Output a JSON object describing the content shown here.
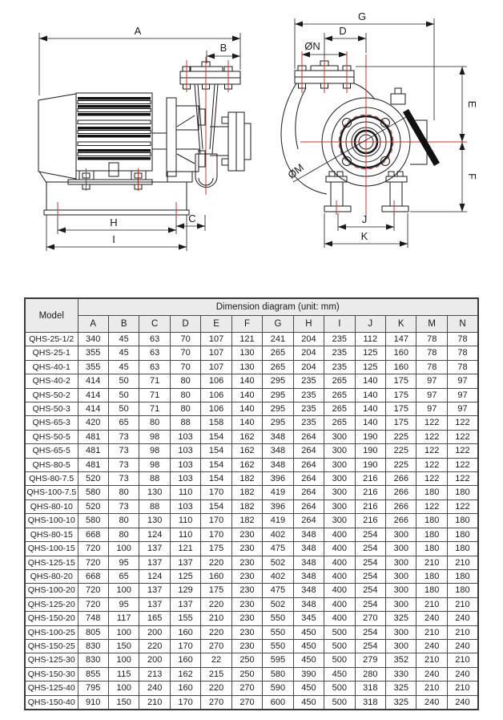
{
  "page": {
    "background": "#ffffff"
  },
  "drawing": {
    "labels": {
      "a": "A",
      "b": "B",
      "c": "C",
      "h": "H",
      "i": "I",
      "g": "G",
      "d": "D",
      "n": "ØN",
      "m": "ØM",
      "e": "E",
      "f": "F",
      "j": "J",
      "k": "K"
    },
    "colors": {
      "line": "#1a1a1a",
      "centerline": "#c0392b"
    }
  },
  "table": {
    "title": "Dimension diagram (unit: mm)",
    "model_header": "Model",
    "columns": [
      "A",
      "B",
      "C",
      "D",
      "E",
      "F",
      "G",
      "H",
      "I",
      "J",
      "K",
      "M",
      "N"
    ],
    "style": {
      "header_bg": "#ebebeb",
      "border": "#3a3a3a"
    },
    "rows": [
      {
        "model": "QHS-25-1/2",
        "values": [
          340,
          45,
          63,
          70,
          107,
          121,
          241,
          204,
          235,
          112,
          147,
          78,
          78
        ]
      },
      {
        "model": "QHS-25-1",
        "values": [
          355,
          45,
          63,
          70,
          107,
          130,
          265,
          204,
          235,
          125,
          160,
          78,
          78
        ]
      },
      {
        "model": "QHS-40-1",
        "values": [
          355,
          45,
          63,
          70,
          107,
          130,
          265,
          204,
          235,
          125,
          160,
          78,
          78
        ]
      },
      {
        "model": "QHS-40-2",
        "values": [
          414,
          50,
          71,
          80,
          106,
          140,
          295,
          235,
          265,
          140,
          175,
          97,
          97
        ]
      },
      {
        "model": "QHS-50-2",
        "values": [
          414,
          50,
          71,
          80,
          106,
          140,
          295,
          235,
          265,
          140,
          175,
          97,
          97
        ]
      },
      {
        "model": "QHS-50-3",
        "values": [
          414,
          50,
          71,
          80,
          106,
          140,
          295,
          235,
          265,
          140,
          175,
          97,
          97
        ]
      },
      {
        "model": "QHS-65-3",
        "values": [
          420,
          65,
          80,
          88,
          158,
          140,
          295,
          235,
          265,
          140,
          175,
          122,
          122
        ]
      },
      {
        "model": "QHS-50-5",
        "values": [
          481,
          73,
          98,
          103,
          154,
          162,
          348,
          264,
          300,
          190,
          225,
          122,
          122
        ]
      },
      {
        "model": "QHS-65-5",
        "values": [
          481,
          73,
          98,
          103,
          154,
          162,
          348,
          264,
          300,
          190,
          225,
          122,
          122
        ]
      },
      {
        "model": "QHS-80-5",
        "values": [
          481,
          73,
          98,
          103,
          154,
          162,
          348,
          264,
          300,
          190,
          225,
          122,
          122
        ]
      },
      {
        "model": "QHS-80-7.5",
        "values": [
          520,
          73,
          88,
          103,
          154,
          182,
          396,
          264,
          300,
          216,
          266,
          122,
          122
        ]
      },
      {
        "model": "QHS-100-7.5",
        "values": [
          580,
          80,
          130,
          110,
          170,
          182,
          419,
          264,
          300,
          216,
          266,
          180,
          180
        ]
      },
      {
        "model": "QHS-80-10",
        "values": [
          520,
          73,
          88,
          103,
          154,
          182,
          396,
          264,
          300,
          216,
          266,
          122,
          122
        ]
      },
      {
        "model": "QHS-100-10",
        "values": [
          580,
          80,
          130,
          110,
          170,
          182,
          419,
          264,
          300,
          216,
          266,
          180,
          180
        ]
      },
      {
        "model": "QHS-80-15",
        "values": [
          668,
          80,
          124,
          110,
          170,
          230,
          402,
          348,
          400,
          254,
          300,
          180,
          180
        ]
      },
      {
        "model": "QHS-100-15",
        "values": [
          720,
          100,
          137,
          121,
          175,
          230,
          475,
          348,
          400,
          254,
          300,
          180,
          180
        ]
      },
      {
        "model": "QHS-125-15",
        "values": [
          720,
          95,
          137,
          137,
          220,
          230,
          502,
          348,
          400,
          254,
          300,
          210,
          210
        ]
      },
      {
        "model": "QHS-80-20",
        "values": [
          668,
          65,
          124,
          125,
          160,
          230,
          402,
          348,
          400,
          254,
          300,
          180,
          180
        ]
      },
      {
        "model": "QHS-100-20",
        "values": [
          720,
          100,
          137,
          129,
          175,
          230,
          475,
          348,
          400,
          254,
          300,
          180,
          180
        ]
      },
      {
        "model": "QHS-125-20",
        "values": [
          720,
          95,
          137,
          137,
          220,
          230,
          502,
          348,
          400,
          254,
          300,
          210,
          210
        ]
      },
      {
        "model": "QHS-150-20",
        "values": [
          748,
          117,
          165,
          155,
          210,
          230,
          550,
          345,
          400,
          270,
          325,
          240,
          240
        ]
      },
      {
        "model": "QHS-100-25",
        "values": [
          805,
          100,
          200,
          160,
          220,
          230,
          550,
          450,
          500,
          254,
          300,
          210,
          210
        ]
      },
      {
        "model": "QHS-150-25",
        "values": [
          830,
          150,
          220,
          170,
          270,
          230,
          550,
          450,
          500,
          254,
          300,
          240,
          240
        ]
      },
      {
        "model": "QHS-125-30",
        "values": [
          830,
          100,
          200,
          160,
          22,
          250,
          595,
          450,
          500,
          279,
          352,
          210,
          210
        ]
      },
      {
        "model": "QHS-150-30",
        "values": [
          855,
          115,
          213,
          162,
          215,
          250,
          580,
          390,
          450,
          280,
          330,
          240,
          240
        ]
      },
      {
        "model": "QHS-125-40",
        "values": [
          795,
          100,
          240,
          160,
          220,
          270,
          590,
          450,
          500,
          318,
          325,
          210,
          210
        ]
      },
      {
        "model": "QHS-150-40",
        "values": [
          910,
          150,
          210,
          170,
          270,
          270,
          600,
          450,
          500,
          318,
          325,
          240,
          240
        ]
      }
    ]
  }
}
